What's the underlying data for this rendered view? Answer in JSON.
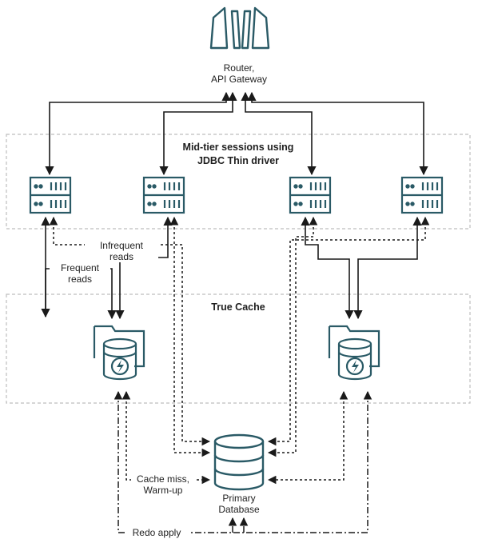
{
  "router": {
    "line1": "Router,",
    "line2": "API Gateway",
    "icon": "router-icon"
  },
  "midtier": {
    "title_line1": "Mid-tier sessions using",
    "title_line2": "JDBC Thin driver",
    "server_icon": "server-icon"
  },
  "truecache": {
    "title": "True Cache",
    "icon": "cache-database-icon"
  },
  "labels": {
    "infrequent_1": "Infrequent",
    "infrequent_2": "reads",
    "frequent_1": "Frequent",
    "frequent_2": "reads",
    "cache_miss_1": "Cache miss,",
    "cache_miss_2": "Warm-up",
    "redo": "Redo apply"
  },
  "primary": {
    "line1": "Primary",
    "line2": "Database",
    "icon": "database-icon"
  },
  "colors": {
    "icon_teal": "#2a5a66",
    "line": "#1a1a1a",
    "box_border": "#bdbdbd"
  }
}
